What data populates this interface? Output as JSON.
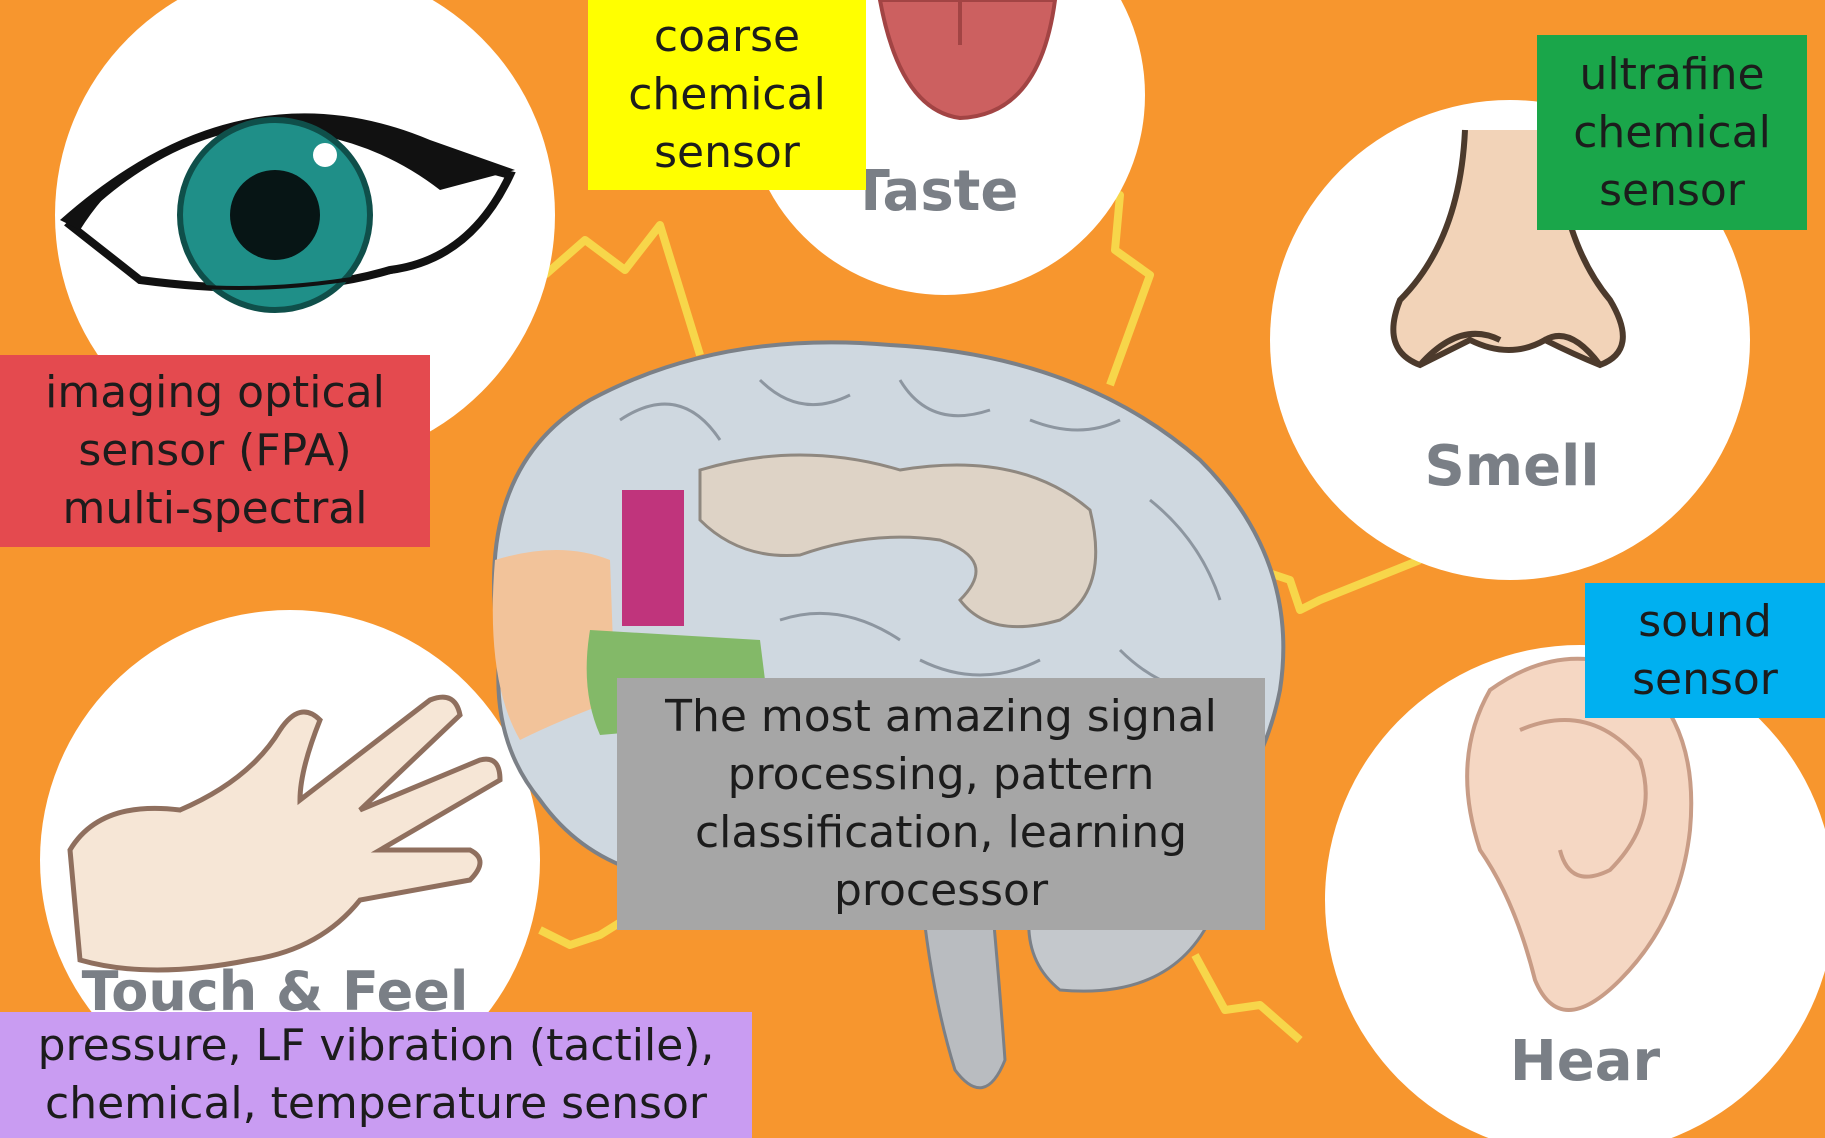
{
  "colors": {
    "background": "#f7962e",
    "circle": "#ffffff",
    "nerve": "#f7d64a",
    "taste_label": "#ffff00",
    "smell_label": "#1aa64a",
    "sight_label": "#e44a4f",
    "hear_label": "#00b0f0",
    "brain_label": "#a6a6a6",
    "touch_label": "#c99cf2"
  },
  "senses": {
    "taste": {
      "caption": "Taste",
      "icon": "tongue-icon",
      "label": "coarse\nchemical\nsensor"
    },
    "smell": {
      "caption": "Smell",
      "icon": "nose-icon",
      "label": "ultrafine\nchemical\nsensor"
    },
    "sight": {
      "icon": "eye-icon",
      "label": "imaging optical\nsensor (FPA)\nmulti-spectral"
    },
    "hear": {
      "caption": "Hear",
      "icon": "ear-icon",
      "label": "sound\nsensor"
    },
    "touch": {
      "caption": "Touch & Feel",
      "icon": "hand-icon",
      "label": "pressure, LF vibration (tactile),\nchemical, temperature sensor"
    }
  },
  "brain": {
    "icon": "brain-icon",
    "label": "The most amazing signal\nprocessing, pattern\nclassification, learning\nprocessor"
  }
}
